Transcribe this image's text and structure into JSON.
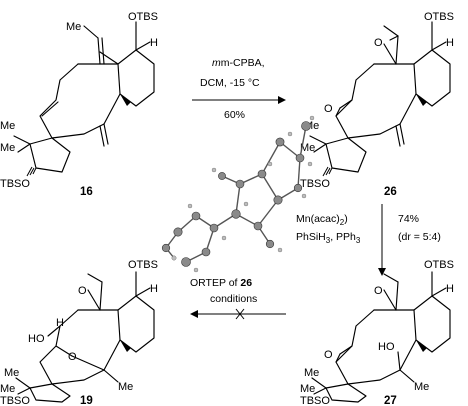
{
  "compounds": {
    "c16": {
      "number": "16",
      "otbs": "OTBS",
      "me_top": "Me",
      "me1": "Me",
      "me2": "Me",
      "tbso": "TBSO",
      "h": "H"
    },
    "c26": {
      "number": "26",
      "otbs": "OTBS",
      "o_top": "O",
      "o_left": "O",
      "me1": "Me",
      "me2": "Me",
      "tbso": "TBSO",
      "h": "H"
    },
    "c27": {
      "number": "27",
      "otbs": "OTBS",
      "o_top": "O",
      "o_left": "O",
      "ho": "HO",
      "me1": "Me",
      "me2": "Me",
      "me3": "Me",
      "tbso": "TBSO",
      "h": "H"
    },
    "c19": {
      "number": "19",
      "otbs": "OTBS",
      "o_top": "O",
      "o_bridge": "O",
      "ho": "HO",
      "h_left": "H",
      "me1": "Me",
      "me2": "Me",
      "me3": "Me",
      "tbso": "TBSO",
      "h": "H"
    }
  },
  "step1": {
    "reagent_line1": "m-CPBA,",
    "reagent_line2": "DCM, -15 °C",
    "yield": "60%"
  },
  "step2": {
    "reagent_line1": "Mn(acac)",
    "reagent_line1_sub": "2",
    "reagent_line1_end": ")",
    "reagent_line2": "PhSiH",
    "reagent_line2_sub": "3",
    "reagent_line2_mid": ", PPh",
    "reagent_line2_sub2": "3",
    "yield": "74%",
    "dr": "(dr = 5:4)"
  },
  "step3": {
    "label": "conditions"
  },
  "ortep": {
    "caption_prefix": "ORTEP of",
    "caption_number": "26"
  }
}
